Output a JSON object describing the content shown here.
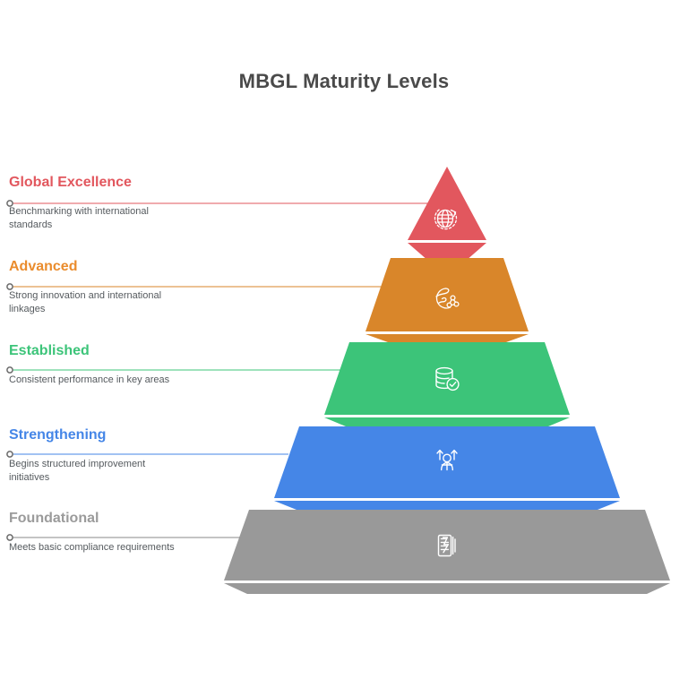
{
  "chart_data": {
    "type": "pyramid",
    "title": "MBGL Maturity Levels",
    "orientation": "bottom-wide",
    "level_count": 5,
    "levels": [
      {
        "rank": 5,
        "name": "Global Excellence",
        "description": "Benchmarking with international standards",
        "color": "#e2575e",
        "icon": "globe-refresh-icon",
        "width_units": 1
      },
      {
        "rank": 4,
        "name": "Advanced",
        "description": "Strong innovation and international linkages",
        "color": "#d9862a",
        "icon": "globe-network-icon",
        "width_units": 2
      },
      {
        "rank": 3,
        "name": "Established",
        "description": "Consistent performance in key areas",
        "color": "#3cc479",
        "icon": "database-check-icon",
        "width_units": 3
      },
      {
        "rank": 2,
        "name": "Strengthening",
        "description": "Begins structured improvement initiatives",
        "color": "#4586e7",
        "icon": "person-growth-arrows-icon",
        "width_units": 4
      },
      {
        "rank": 1,
        "name": "Foundational",
        "description": "Meets basic compliance requirements",
        "color": "#999999",
        "icon": "document-checklist-icon",
        "width_units": 5
      }
    ],
    "title_color": "#4a4a4a",
    "description_color": "#555a5e",
    "background": "#ffffff",
    "legend": "none",
    "grid": false
  }
}
